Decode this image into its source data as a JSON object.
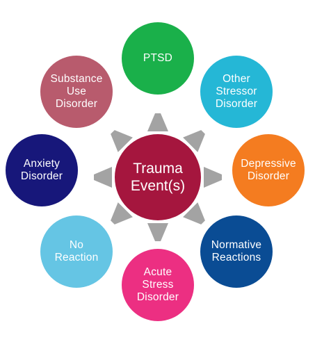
{
  "center": {
    "label": "Trauma\nEvent(s)",
    "color": "#a5163e"
  },
  "arrow_color": "#a3a3a3",
  "outcomes": [
    {
      "key": "ptsd",
      "label": "PTSD",
      "color": "#1ab04a"
    },
    {
      "key": "other",
      "label": "Other\nStressor\nDisorder",
      "color": "#25b7d6"
    },
    {
      "key": "depress",
      "label": "Depressive\nDisorder",
      "color": "#f47c20"
    },
    {
      "key": "normative",
      "label": "Normative\nReactions",
      "color": "#0a4c94"
    },
    {
      "key": "acute",
      "label": "Acute\nStress\nDisorder",
      "color": "#ec2f82"
    },
    {
      "key": "noreact",
      "label": "No\nReaction",
      "color": "#65c5e4"
    },
    {
      "key": "anxiety",
      "label": "Anxiety\nDisorder",
      "color": "#17177a"
    },
    {
      "key": "substance",
      "label": "Substance\nUse\nDisorder",
      "color": "#b85b6d"
    }
  ]
}
